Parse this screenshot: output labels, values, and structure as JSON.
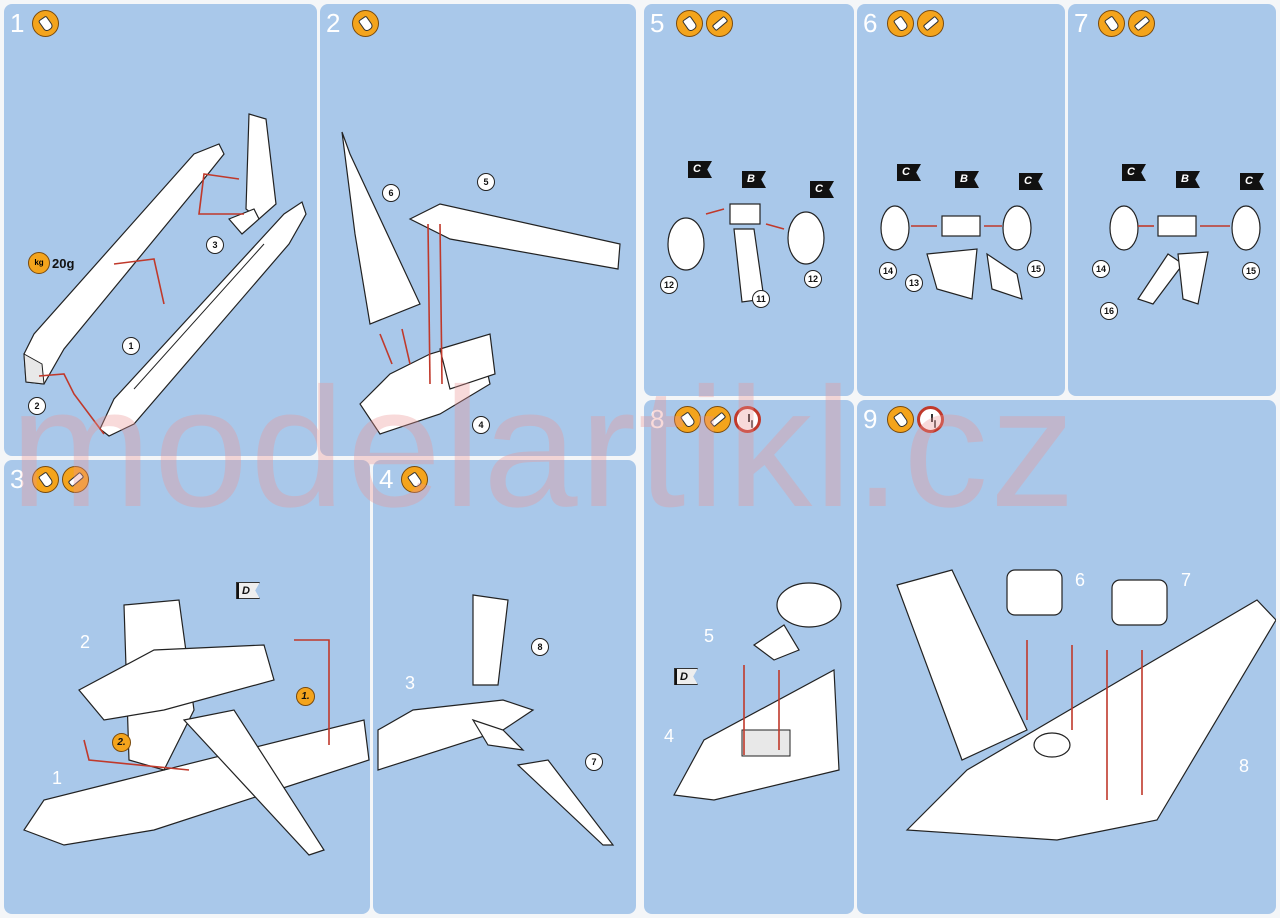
{
  "watermark": "modelartikl.cz",
  "steps": [
    {
      "number": "1",
      "callouts": [
        "1",
        "2",
        "3"
      ],
      "weight": "20g",
      "kg_label": "kg"
    },
    {
      "number": "2",
      "callouts": [
        "4",
        "5",
        "6"
      ]
    },
    {
      "number": "3",
      "labels": [
        "1",
        "2"
      ],
      "orders": [
        "1.",
        "2."
      ],
      "decal": "D"
    },
    {
      "number": "4",
      "labels": [
        "3"
      ],
      "callouts": [
        "7",
        "8"
      ]
    },
    {
      "number": "5",
      "callouts": [
        "11",
        "12",
        "12"
      ],
      "decals": [
        "C",
        "B",
        "C"
      ]
    },
    {
      "number": "6",
      "callouts": [
        "13",
        "14",
        "15"
      ],
      "decals": [
        "C",
        "B",
        "C"
      ]
    },
    {
      "number": "7",
      "callouts": [
        "14",
        "15",
        "16"
      ],
      "decals": [
        "C",
        "B",
        "C"
      ]
    },
    {
      "number": "8",
      "labels": [
        "4",
        "5"
      ],
      "decal": "D"
    },
    {
      "number": "9",
      "labels": [
        "6",
        "7",
        "8"
      ]
    }
  ]
}
